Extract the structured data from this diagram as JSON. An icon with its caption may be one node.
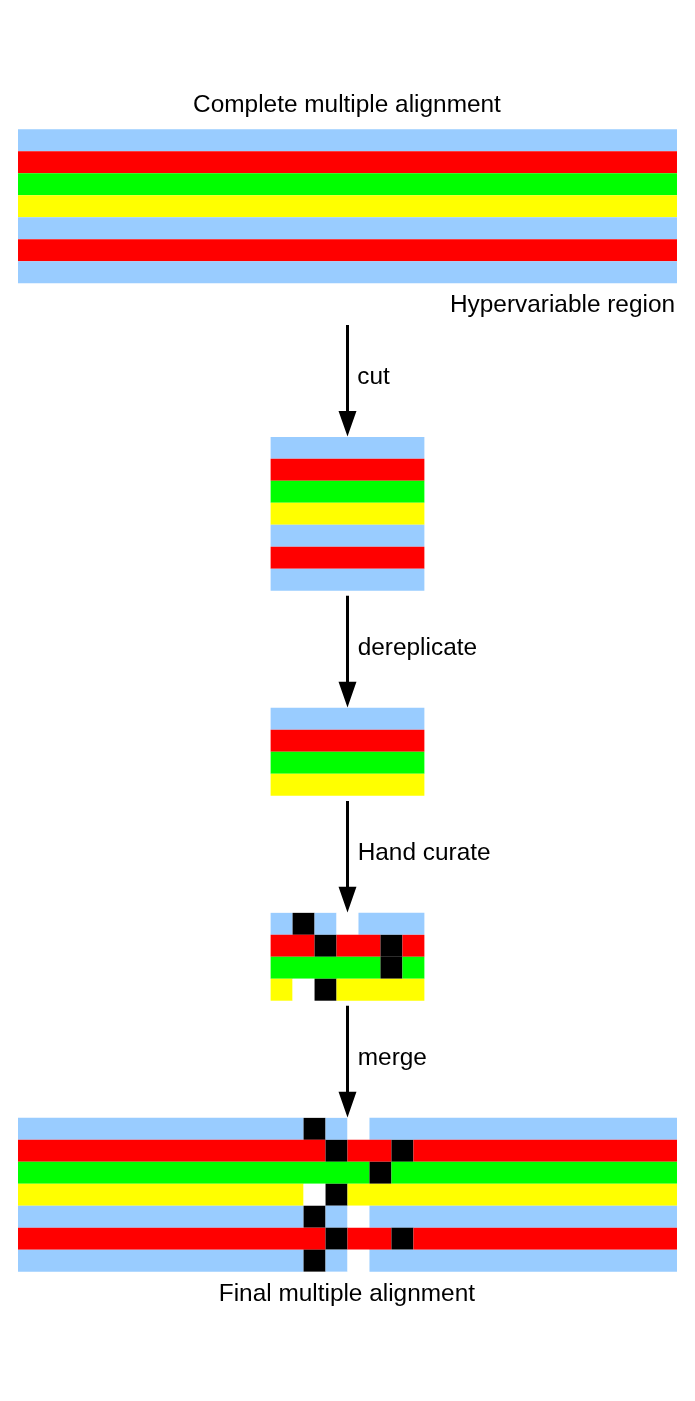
{
  "diagram": {
    "nodes": [
      {
        "text": [
          "Complete multiple alignment"
        ],
        "beside": [
          "Hypervariable region"
        ]
      },
      {
        "text": [],
        "shape": "picture"
      },
      {
        "text": [],
        "shape": "picture"
      },
      {
        "text": [],
        "shape": "picture"
      },
      {
        "text": [
          "Final multiple alignment"
        ]
      }
    ],
    "edges": [
      {
        "from": 0,
        "to": 1,
        "arrow": "to",
        "label": "cut"
      },
      {
        "from": 1,
        "to": 2,
        "arrow": "to",
        "label": "dereplicate"
      },
      {
        "from": 2,
        "to": 3,
        "arrow": "to",
        "label": "Hand curate"
      },
      {
        "from": 3,
        "to": 4,
        "arrow": "to",
        "label": "merge"
      }
    ]
  }
}
